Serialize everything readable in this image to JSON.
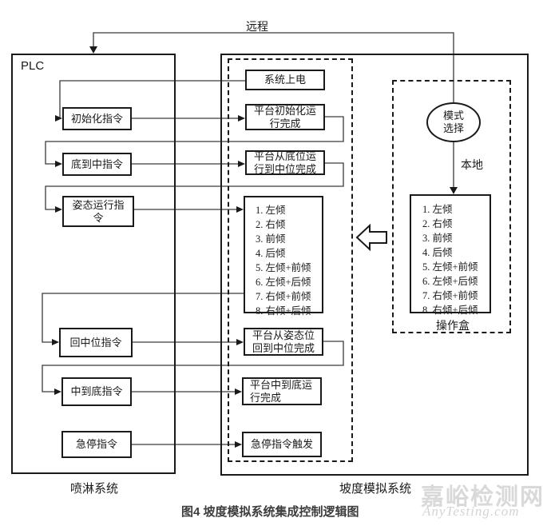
{
  "labels": {
    "remote": "远程",
    "local": "本地",
    "plc": "PLC",
    "spray_system": "喷淋系统",
    "slope_system": "坡度模拟系统",
    "operator_box": "操作盒",
    "mode_select": "模式选择"
  },
  "plc_commands": [
    {
      "label": "初始化指令"
    },
    {
      "label": "底到中指令"
    },
    {
      "label": "姿态运行指令"
    },
    {
      "label": "回中位指令"
    },
    {
      "label": "中到底指令"
    },
    {
      "label": "急停指令"
    }
  ],
  "sim_states": [
    {
      "label": "系统上电"
    },
    {
      "label": "平台初始化运行完成"
    },
    {
      "label": "平台从底位运行到中位完成"
    },
    {
      "label": "平台从姿态位回到中位完成"
    },
    {
      "label": "平台中到底运行完成"
    },
    {
      "label": "急停指令触发"
    }
  ],
  "postures": [
    "1. 左倾",
    "2. 右倾",
    "3. 前倾",
    "4. 后倾",
    "5. 左倾+前倾",
    "6. 左倾+后倾",
    "7. 右倾+前倾",
    "8. 右倾+后倾"
  ],
  "caption": "图4 坡度模拟系统集成控制逻辑图",
  "watermark": {
    "cn": "嘉峪检测网",
    "en": "AnyTesting.com"
  }
}
